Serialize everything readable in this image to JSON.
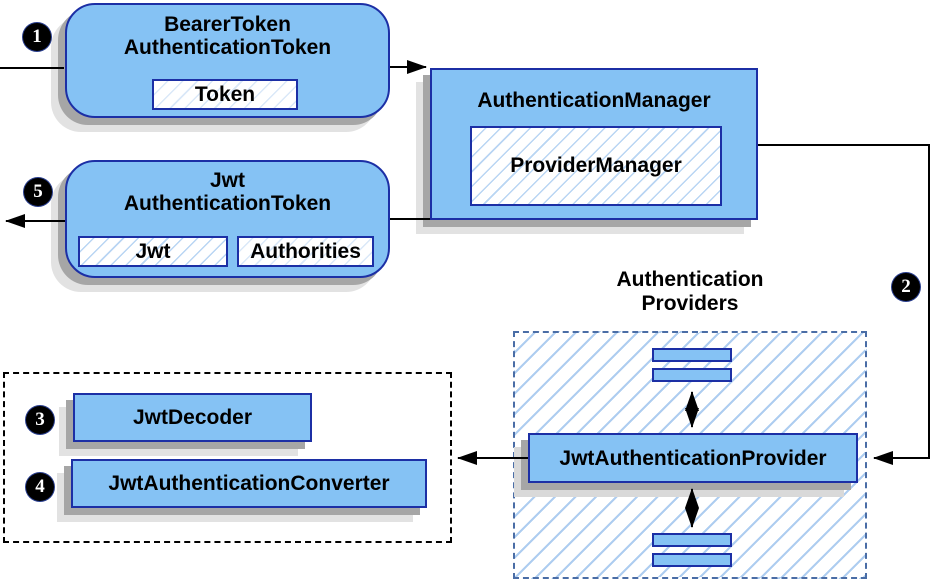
{
  "nodes": {
    "bearer_token": {
      "title_line1": "BearerToken",
      "title_line2": "AuthenticationToken",
      "field_token": "Token"
    },
    "authentication_manager": {
      "title": "AuthenticationManager",
      "field_provider_manager": "ProviderManager"
    },
    "jwt_authentication_token": {
      "title_line1": "Jwt",
      "title_line2": "AuthenticationToken",
      "field_jwt": "Jwt",
      "field_authorities": "Authorities"
    },
    "authentication_providers": {
      "label_line1": "Authentication",
      "label_line2": "Providers"
    },
    "jwt_authentication_provider": {
      "title": "JwtAuthenticationProvider"
    },
    "jwt_decoder": {
      "title": "JwtDecoder"
    },
    "jwt_authentication_converter": {
      "title": "JwtAuthenticationConverter"
    }
  },
  "steps": {
    "s1": "1",
    "s2": "2",
    "s3": "3",
    "s4": "4",
    "s5": "5"
  },
  "colors": {
    "node_fill": "#85C2F4",
    "node_border": "#1C2FA5",
    "hatch_line": "#AECDF0",
    "region_dashed_border": "#4A6DA6",
    "group_dashed_border": "#000000",
    "shadow_dark": "#A6A6A6",
    "shadow_light": "#E2E2E2",
    "step_circle_bg": "#000000",
    "step_circle_text": "#FFFFFF",
    "connector": "#000000"
  }
}
